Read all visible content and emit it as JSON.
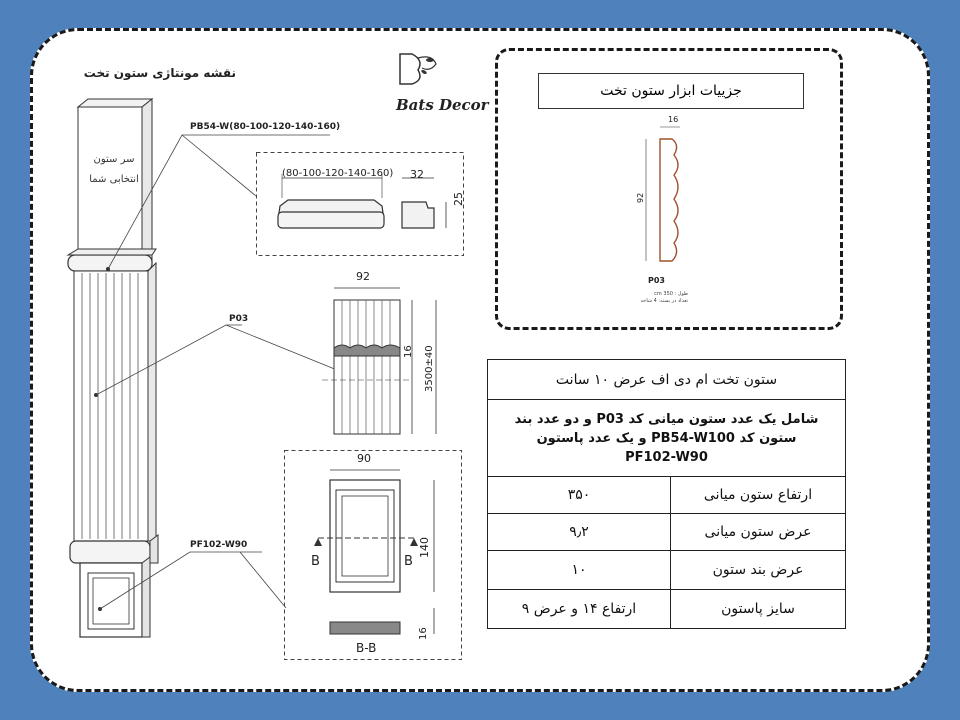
{
  "assembly_title": "نقشه مونتاژی ستون تخت",
  "brand": "Bats Decor",
  "column_head_label_1": "سر ستون",
  "column_head_label_2": "انتخابی شما",
  "callouts": {
    "head": "PB54-W(80-100-120-140-160)",
    "middle": "P03",
    "base": "PF102-W90"
  },
  "dims": {
    "head_width": "(80-100-120-140-160)",
    "head_depth": "32",
    "head_height": "25",
    "mid_width": "92",
    "mid_small": "16",
    "mid_length": "3500±40",
    "base_width": "90",
    "base_height": "140",
    "base_small": "16",
    "section_mark": "B",
    "section_label": "B-B"
  },
  "profile": {
    "title": "جزییات ابزار ستون تخت",
    "dim_top": "16",
    "dim_side": "92",
    "code": "P03",
    "note_1": "طول : 350 cm",
    "note_2": "تعداد در بسته: 4 شاخه"
  },
  "spec_table": {
    "header": "ستون تخت ام دی اف عرض ۱۰ سانت",
    "description_1": "شامل یک عدد ستون میانی کد P03 و دو عدد بند",
    "description_2": "ستون کد PB54-W100 و یک عدد پاستون",
    "description_3": "PF102-W90",
    "rows": [
      {
        "label": "ارتفاع ستون میانی",
        "value": "۳۵۰"
      },
      {
        "label": "عرض ستون میانی",
        "value": "۹٫۲"
      },
      {
        "label": "عرض بند ستون",
        "value": "۱۰"
      },
      {
        "label": "سایز پاستون",
        "value": "ارتفاع ۱۴ و عرض ۹"
      }
    ]
  }
}
